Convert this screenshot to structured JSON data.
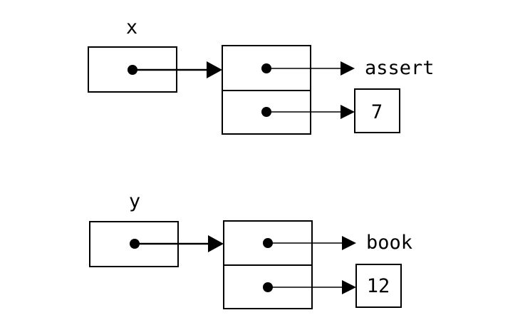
{
  "diagrams": [
    {
      "var_name": "x",
      "symbol": "assert",
      "number": "7"
    },
    {
      "var_name": "y",
      "symbol": "book",
      "number": "12"
    }
  ]
}
